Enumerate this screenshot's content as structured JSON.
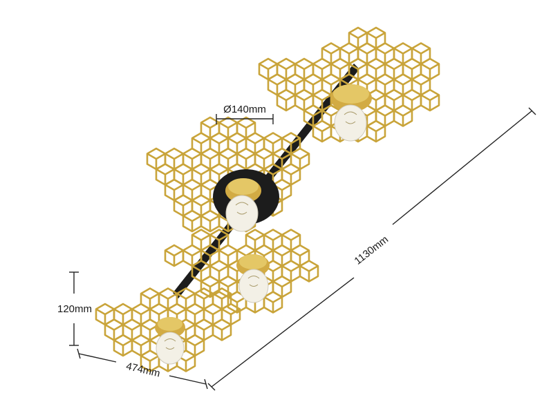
{
  "dimensions": {
    "diameter": "Ø140mm",
    "length": "1130mm",
    "height": "120mm",
    "width": "474mm"
  },
  "colors": {
    "brass": "#c9a43a",
    "brass_light": "#e4c766",
    "bar": "#1c1c1c",
    "line": "#222222",
    "bulb": "#f3f0e6"
  },
  "fixture": {
    "lamp_count": 4,
    "shade_pattern": "hexagonal-cube-lattice"
  }
}
